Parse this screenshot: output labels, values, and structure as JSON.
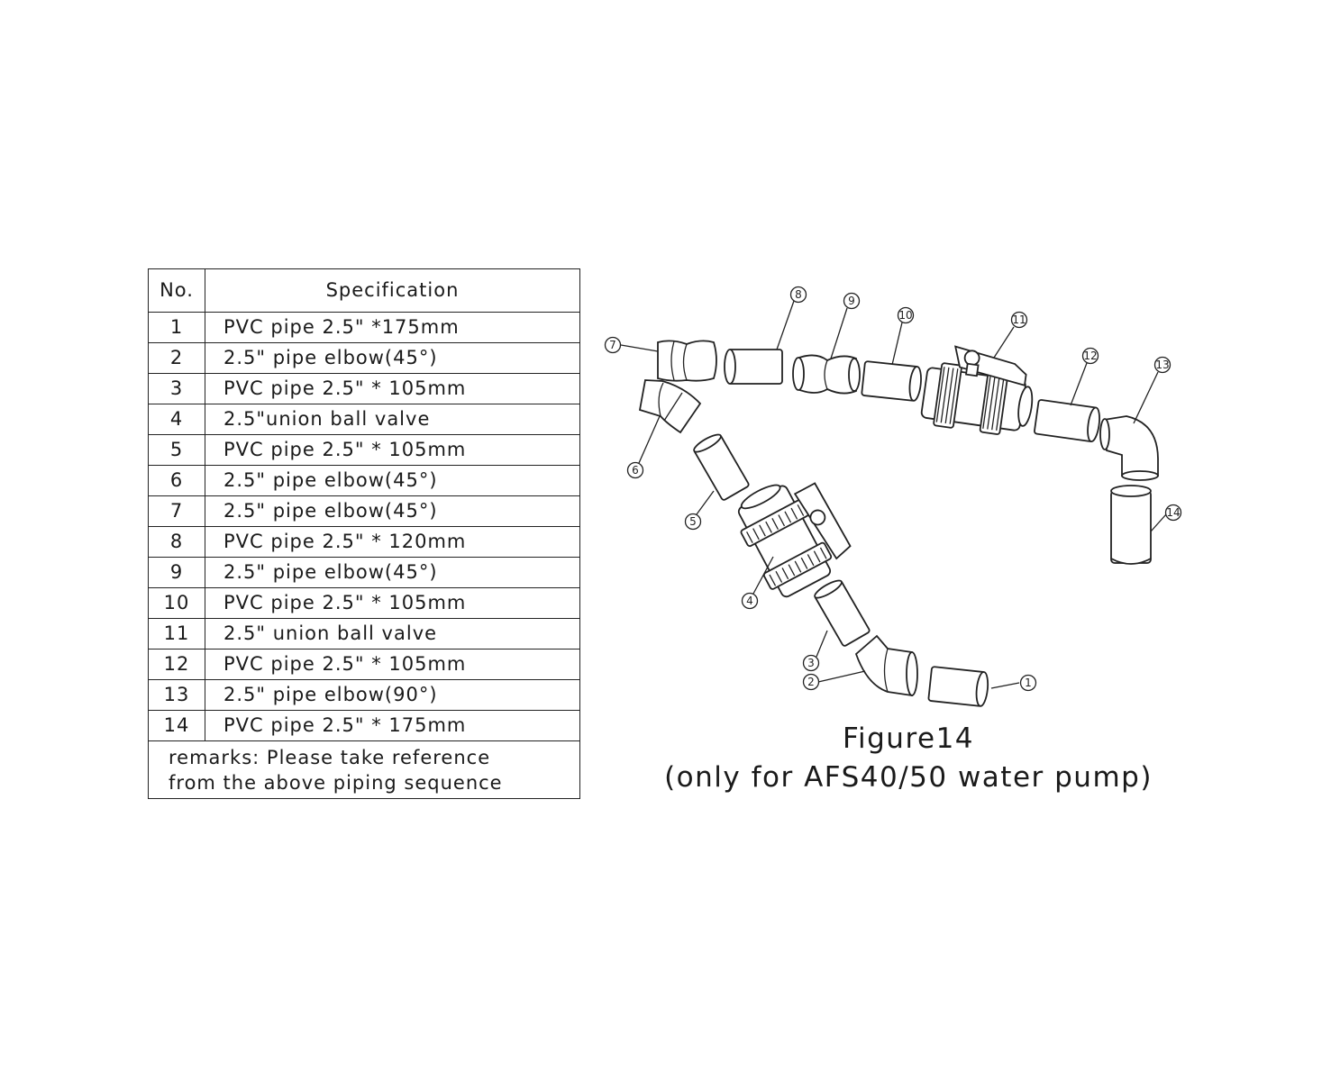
{
  "table": {
    "headers": {
      "no": "No.",
      "spec": "Specification"
    },
    "rows": [
      {
        "no": "1",
        "spec": "PVC pipe 2.5\" *175mm"
      },
      {
        "no": "2",
        "spec": "2.5\" pipe elbow(45°)"
      },
      {
        "no": "3",
        "spec": "PVC pipe 2.5\" * 105mm"
      },
      {
        "no": "4",
        "spec": "2.5\"union ball valve"
      },
      {
        "no": "5",
        "spec": "PVC pipe 2.5\" * 105mm"
      },
      {
        "no": "6",
        "spec": "2.5\" pipe elbow(45°)"
      },
      {
        "no": "7",
        "spec": "2.5\" pipe elbow(45°)"
      },
      {
        "no": "8",
        "spec": "PVC pipe 2.5\" * 120mm"
      },
      {
        "no": "9",
        "spec": "2.5\" pipe elbow(45°)"
      },
      {
        "no": "10",
        "spec": "PVC pipe 2.5\" * 105mm"
      },
      {
        "no": "11",
        "spec": "2.5\" union ball valve"
      },
      {
        "no": "12",
        "spec": "PVC pipe 2.5\" * 105mm"
      },
      {
        "no": "13",
        "spec": "2.5\" pipe elbow(90°)"
      },
      {
        "no": "14",
        "spec": "PVC pipe 2.5\" * 175mm"
      }
    ],
    "remarks_line1": "remarks:  Please take reference",
    "remarks_line2": "from the above piping sequence"
  },
  "figure": {
    "title": "Figure14",
    "subtitle": "(only for AFS40/50 water pump)",
    "callouts": [
      "1",
      "2",
      "3",
      "4",
      "5",
      "6",
      "7",
      "8",
      "9",
      "10",
      "11",
      "12",
      "13",
      "14"
    ]
  }
}
